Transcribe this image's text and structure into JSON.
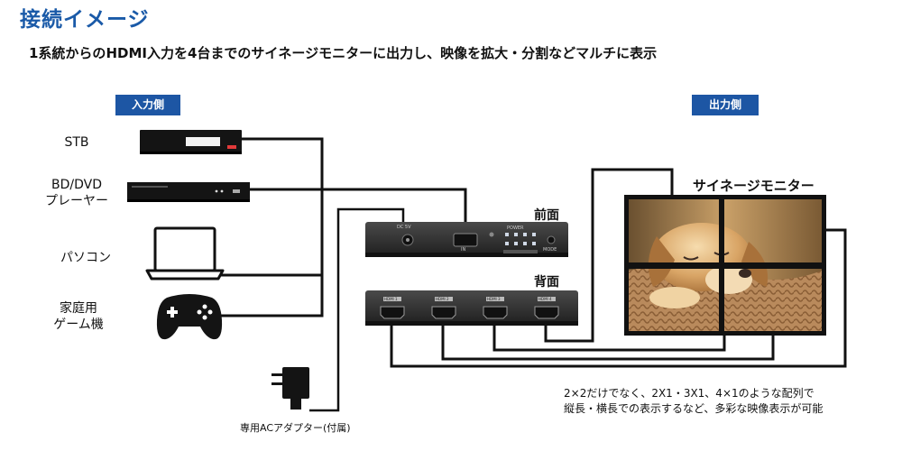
{
  "title": "接続イメージ",
  "subtitle": "1系統からのHDMI入力を4台までのサイネージモニターに出力し、映像を拡大・分割などマルチに表示",
  "input_tag": "入力側",
  "output_tag": "出力側",
  "inputs": {
    "stb": "STB",
    "bd_line1": "BD/DVD",
    "bd_line2": "プレーヤー",
    "pc": "パソコン",
    "game_line1": "家庭用",
    "game_line2": "ゲーム機"
  },
  "device": {
    "front_label": "前面",
    "back_label": "背面",
    "front_dc": "DC 5V",
    "front_hdmi_in": "IN",
    "front_power": "POWER",
    "front_mode": "MODE",
    "back_ports": [
      "HDMI 1",
      "HDMI 2",
      "HDMI 3",
      "HDMI 4"
    ]
  },
  "signage_label": "サイネージモニター",
  "adapter_label": "専用ACアダプター(付属)",
  "note_line1": "2×2だけでなく、2X1・3X1、4×1のような配列で",
  "note_line2": "縦長・横長での表示するなど、多彩な映像表示が可能",
  "colors": {
    "accent": "#1d56a4",
    "title": "#1a5aa8",
    "cable": "#111111",
    "device": "#2b2b2b"
  },
  "icons": [
    "stb-icon",
    "bd-player-icon",
    "laptop-icon",
    "gamepad-icon",
    "ac-adapter-icon",
    "puppy-image"
  ]
}
